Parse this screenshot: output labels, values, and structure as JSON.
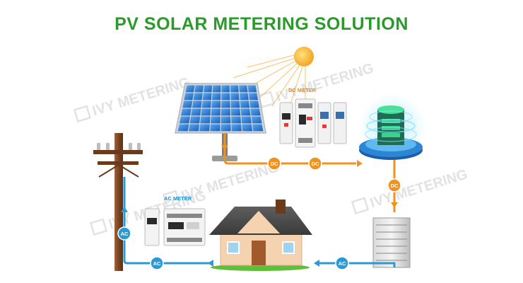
{
  "title": "PV SOLAR METERING SOLUTION",
  "watermark_text": "IVY METERING",
  "watermark_registered": "®",
  "labels": {
    "dc_meter": "DC METER",
    "ac_meter": "AC METER",
    "dc": "DC",
    "ac": "AC"
  },
  "colors": {
    "title": "#2a9a2a",
    "dc_flow": "#f0921e",
    "ac_flow": "#2a9ad6",
    "dc_label": "#e8861a",
    "ac_label": "#1f8fd0",
    "watermark": "#cccccc"
  },
  "icons": [
    "sun-icon",
    "solar-panel-icon",
    "dc-meter-icon",
    "battery-storage-icon",
    "inverter-icon",
    "house-icon",
    "ac-meter-icon",
    "utility-pole-icon"
  ]
}
